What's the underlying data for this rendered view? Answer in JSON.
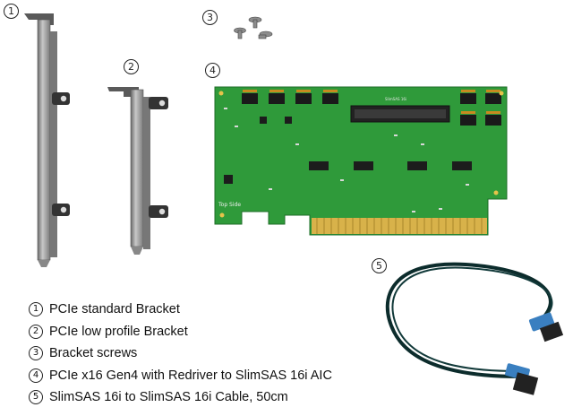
{
  "callouts": {
    "c1": "1",
    "c2": "2",
    "c3": "3",
    "c4": "4",
    "c5": "5"
  },
  "board": {
    "chip_label": "SlimSAS 16i",
    "side_label": "Top Side"
  },
  "legend": [
    {
      "num": "1",
      "text": "PCIe standard Bracket"
    },
    {
      "num": "2",
      "text": "PCIe low profile Bracket"
    },
    {
      "num": "3",
      "text": "Bracket screws"
    },
    {
      "num": "4",
      "text": "PCIe x16 Gen4 with Redriver to SlimSAS 16i AIC"
    },
    {
      "num": "5",
      "text": "SlimSAS 16i to SlimSAS 16i Cable, 50cm"
    }
  ],
  "colors": {
    "pcb": "#2f9a3a",
    "gold": "#d8b24a",
    "metal": "#9a9a9a",
    "cable": "#0c2c2c",
    "connector": "#3a7fc0"
  }
}
